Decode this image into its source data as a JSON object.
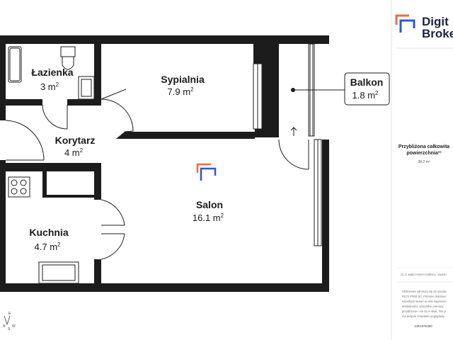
{
  "rooms": {
    "lazienka": {
      "name": "Łazienka",
      "area": "3 m",
      "unit_sup": "2"
    },
    "sypialnia": {
      "name": "Sypialnia",
      "area": "7.9 m",
      "unit_sup": "2"
    },
    "korytarz": {
      "name": "Korytarz",
      "area": "4 m",
      "unit_sup": "2"
    },
    "salon": {
      "name": "Salon",
      "area": "16.1 m",
      "unit_sup": "2"
    },
    "kuchnia": {
      "name": "Kuchnia",
      "area": "4.7 m",
      "unit_sup": "2"
    }
  },
  "balcony": {
    "name": "Balkon",
    "area": "1.8 m",
    "unit_sup": "2"
  },
  "brand": {
    "line1": "Digit",
    "line2": "Broke"
  },
  "sidebar": {
    "total_label_line1": "Przybliżona całkowita",
    "total_label_line2": "powierzchnia",
    "total_sup": "(1)",
    "total_value": "38.2 m²",
    "footnote": "(1) Z wyłączeniem balkonu i tarasu",
    "disclaimer": [
      "Obliczenia odnoszą się do standa",
      "RICS IPMS 3C. Pomimo dołożeni",
      "wszelkich starań w celu zapewnie",
      "dokładności, wszystkie pomiary",
      "przybliżone i nie są w skali. Ten p",
      "ma jedynie charakter poglądowy"
    ],
    "credit": "GIRAFFE360"
  },
  "compass": {
    "n": "N",
    "s": "S",
    "e": "E",
    "w": "W"
  },
  "colors": {
    "wall": "#1c1c1c",
    "brand_orange": "#f26a3d",
    "brand_blue": "#2f56d6",
    "logo_text": "#1b2440"
  }
}
